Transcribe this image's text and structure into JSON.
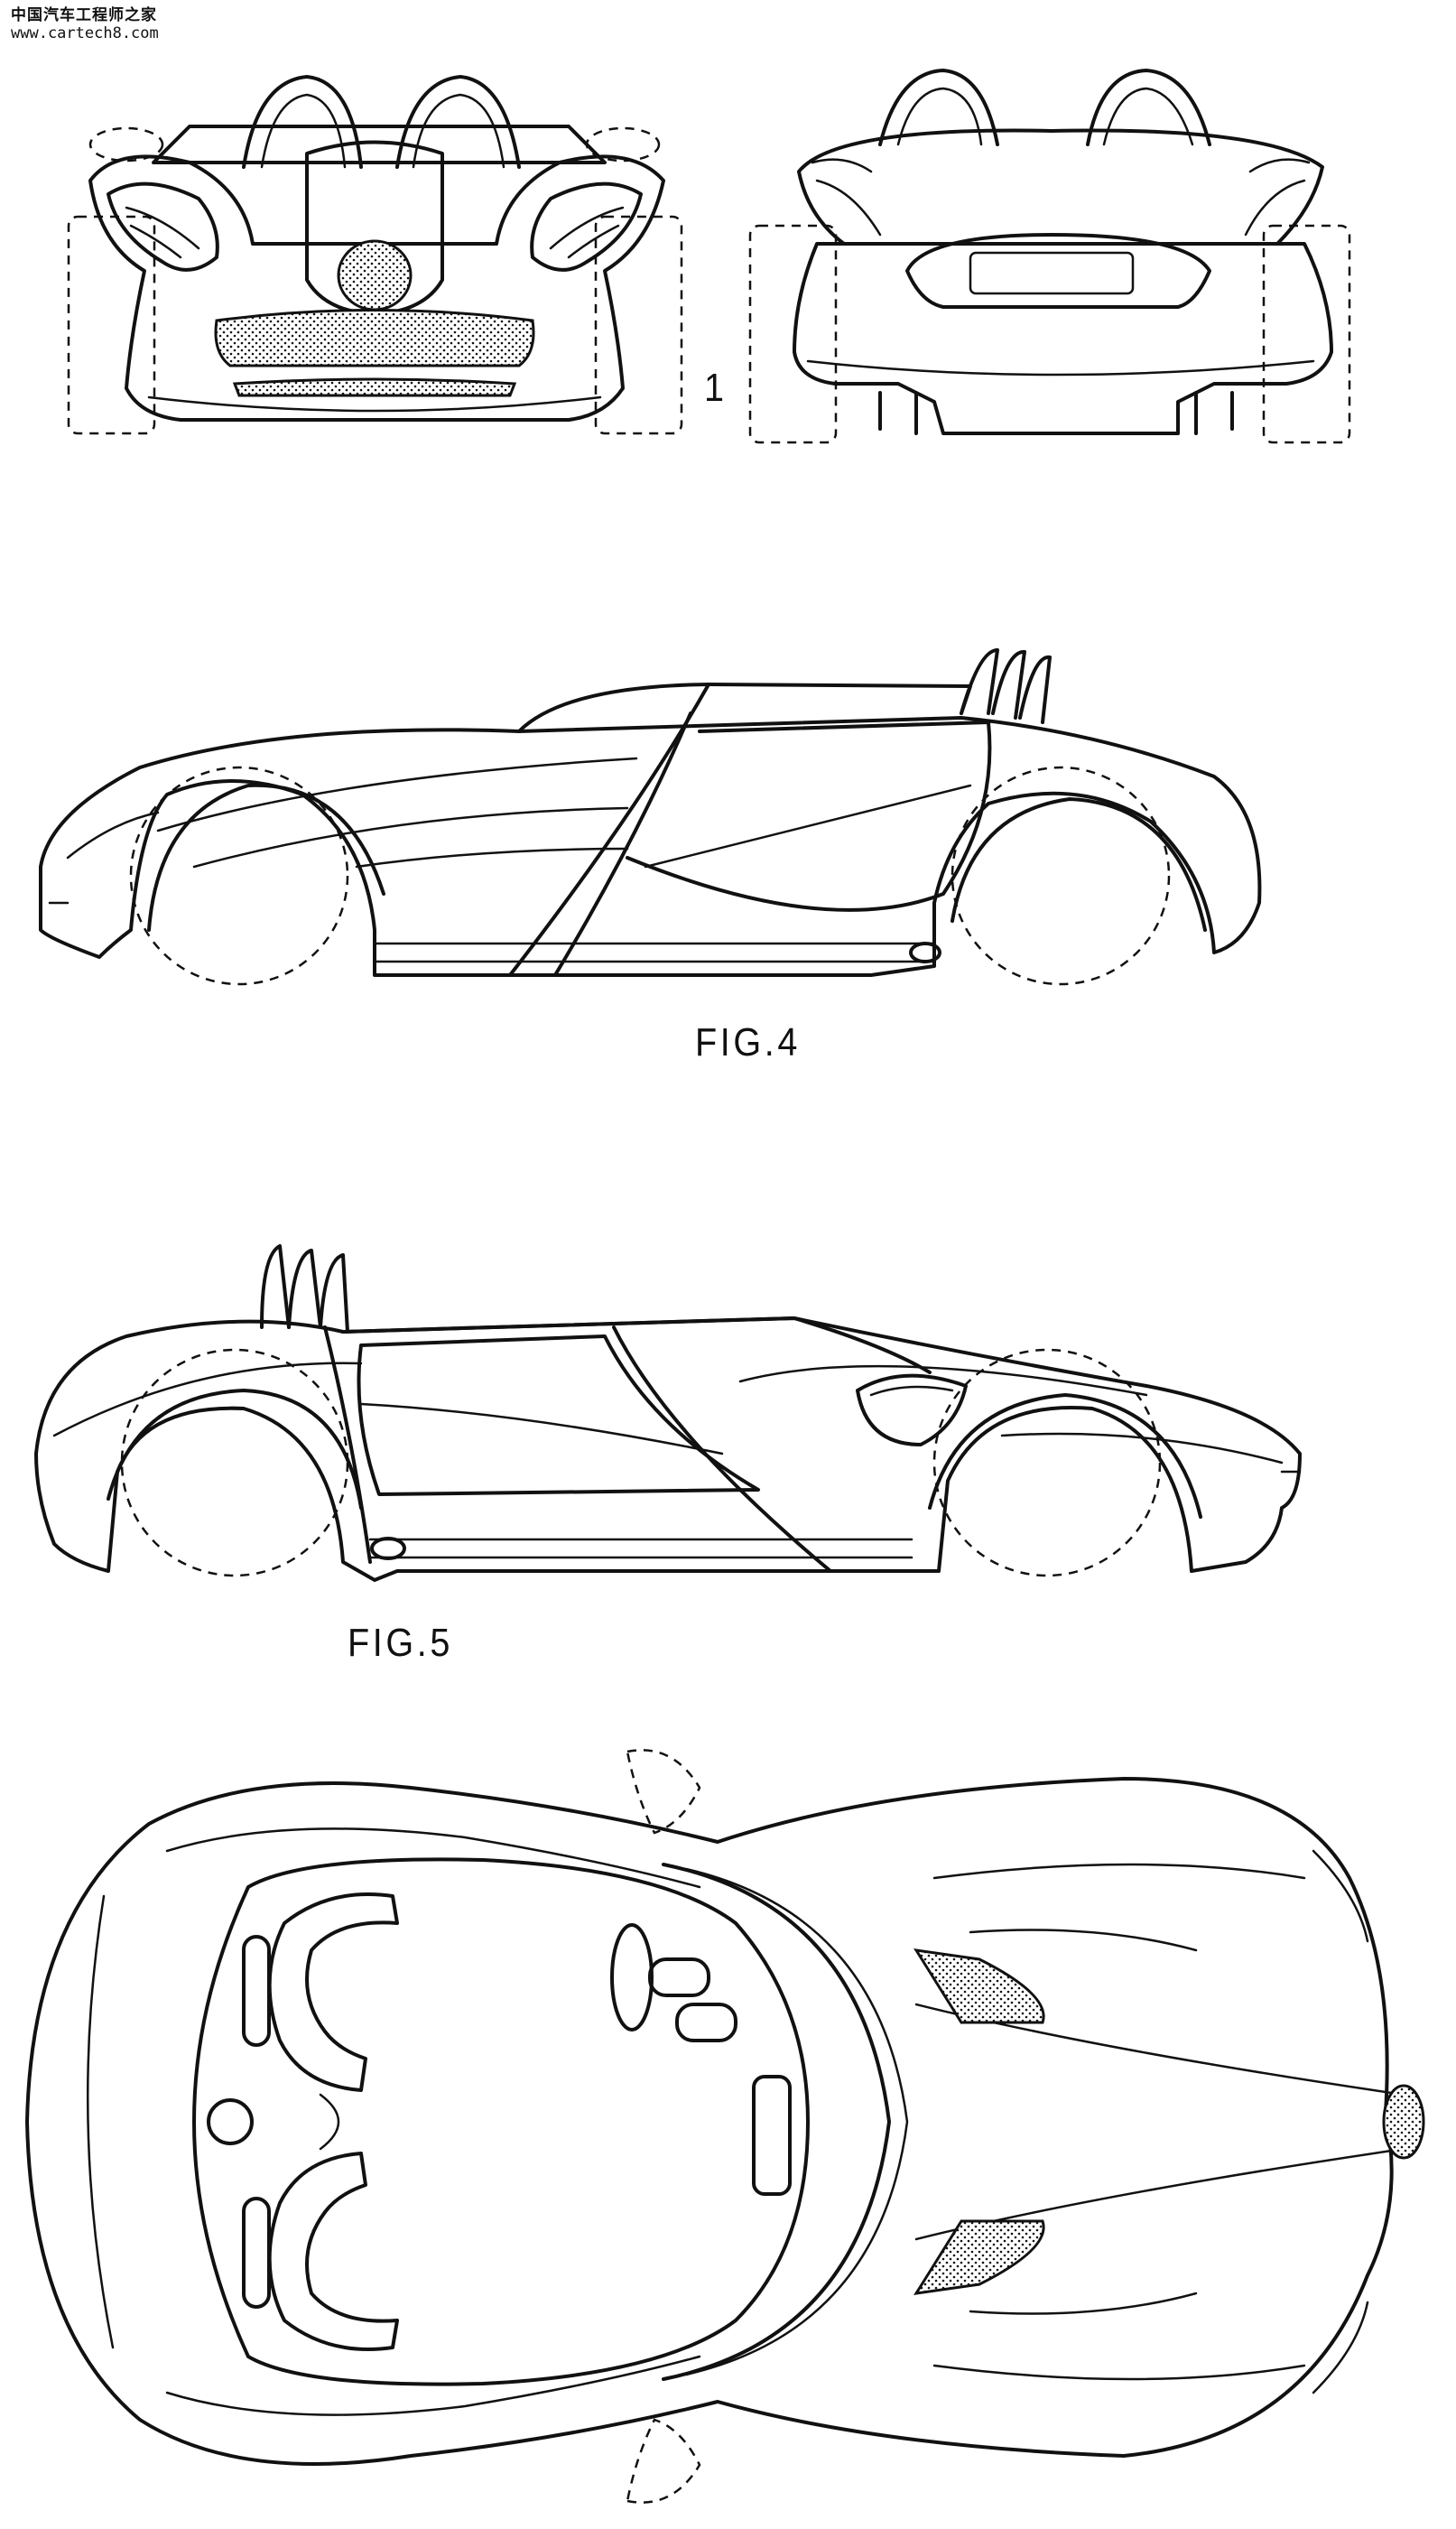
{
  "watermark": {
    "line1": "中国汽车工程师之家",
    "line2": "www.cartech8.com"
  },
  "figures": [
    {
      "id": "front-rear",
      "label": "1"
    },
    {
      "id": "fig4",
      "label": "FIG.4"
    },
    {
      "id": "fig5",
      "label": "FIG.5"
    },
    {
      "id": "top",
      "label": ""
    }
  ],
  "colors": {
    "ink": "#111111",
    "paper": "#ffffff"
  }
}
